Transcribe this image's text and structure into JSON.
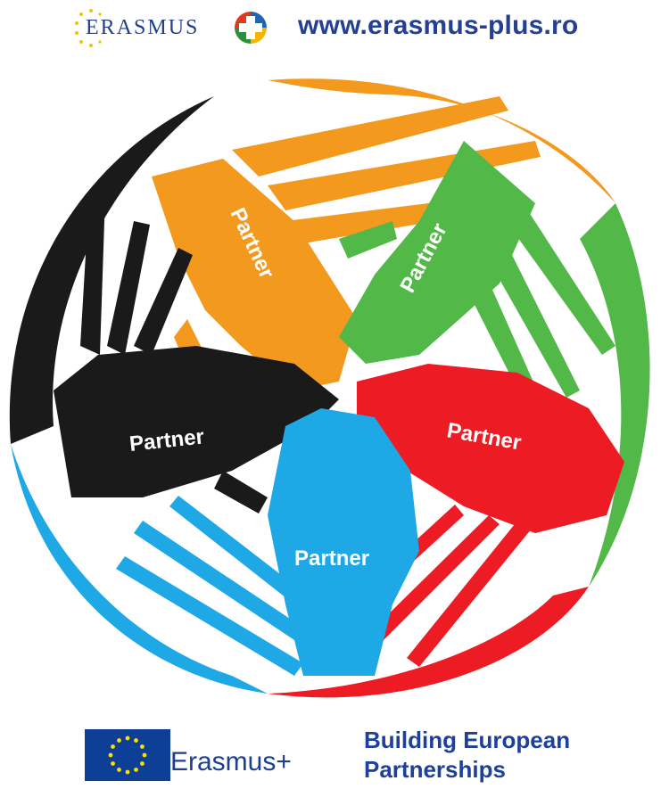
{
  "header": {
    "logo_word": "ERASMUS",
    "website": "www.erasmus-plus.ro",
    "icons": [
      "stars-icon",
      "plus-icon"
    ]
  },
  "emblem": {
    "hands": [
      {
        "label": "Partner",
        "color": "#f39a1e"
      },
      {
        "label": "Partner",
        "color": "#52b848"
      },
      {
        "label": "Partner",
        "color": "#1a1a1a"
      },
      {
        "label": "Partner",
        "color": "#ed1c24"
      },
      {
        "label": "Partner",
        "color": "#1ea8e5"
      }
    ]
  },
  "footer": {
    "brand": "Erasmus+",
    "tagline_line1": "Building European",
    "tagline_line2": "Partnerships",
    "flag_color": "#0d3f96",
    "star_color": "#ffdd00"
  },
  "colors": {
    "navy": "#253f93",
    "orange": "#f39a1e",
    "green": "#52b848",
    "black": "#1a1a1a",
    "red": "#ed1c24",
    "blue": "#1ea8e5"
  }
}
